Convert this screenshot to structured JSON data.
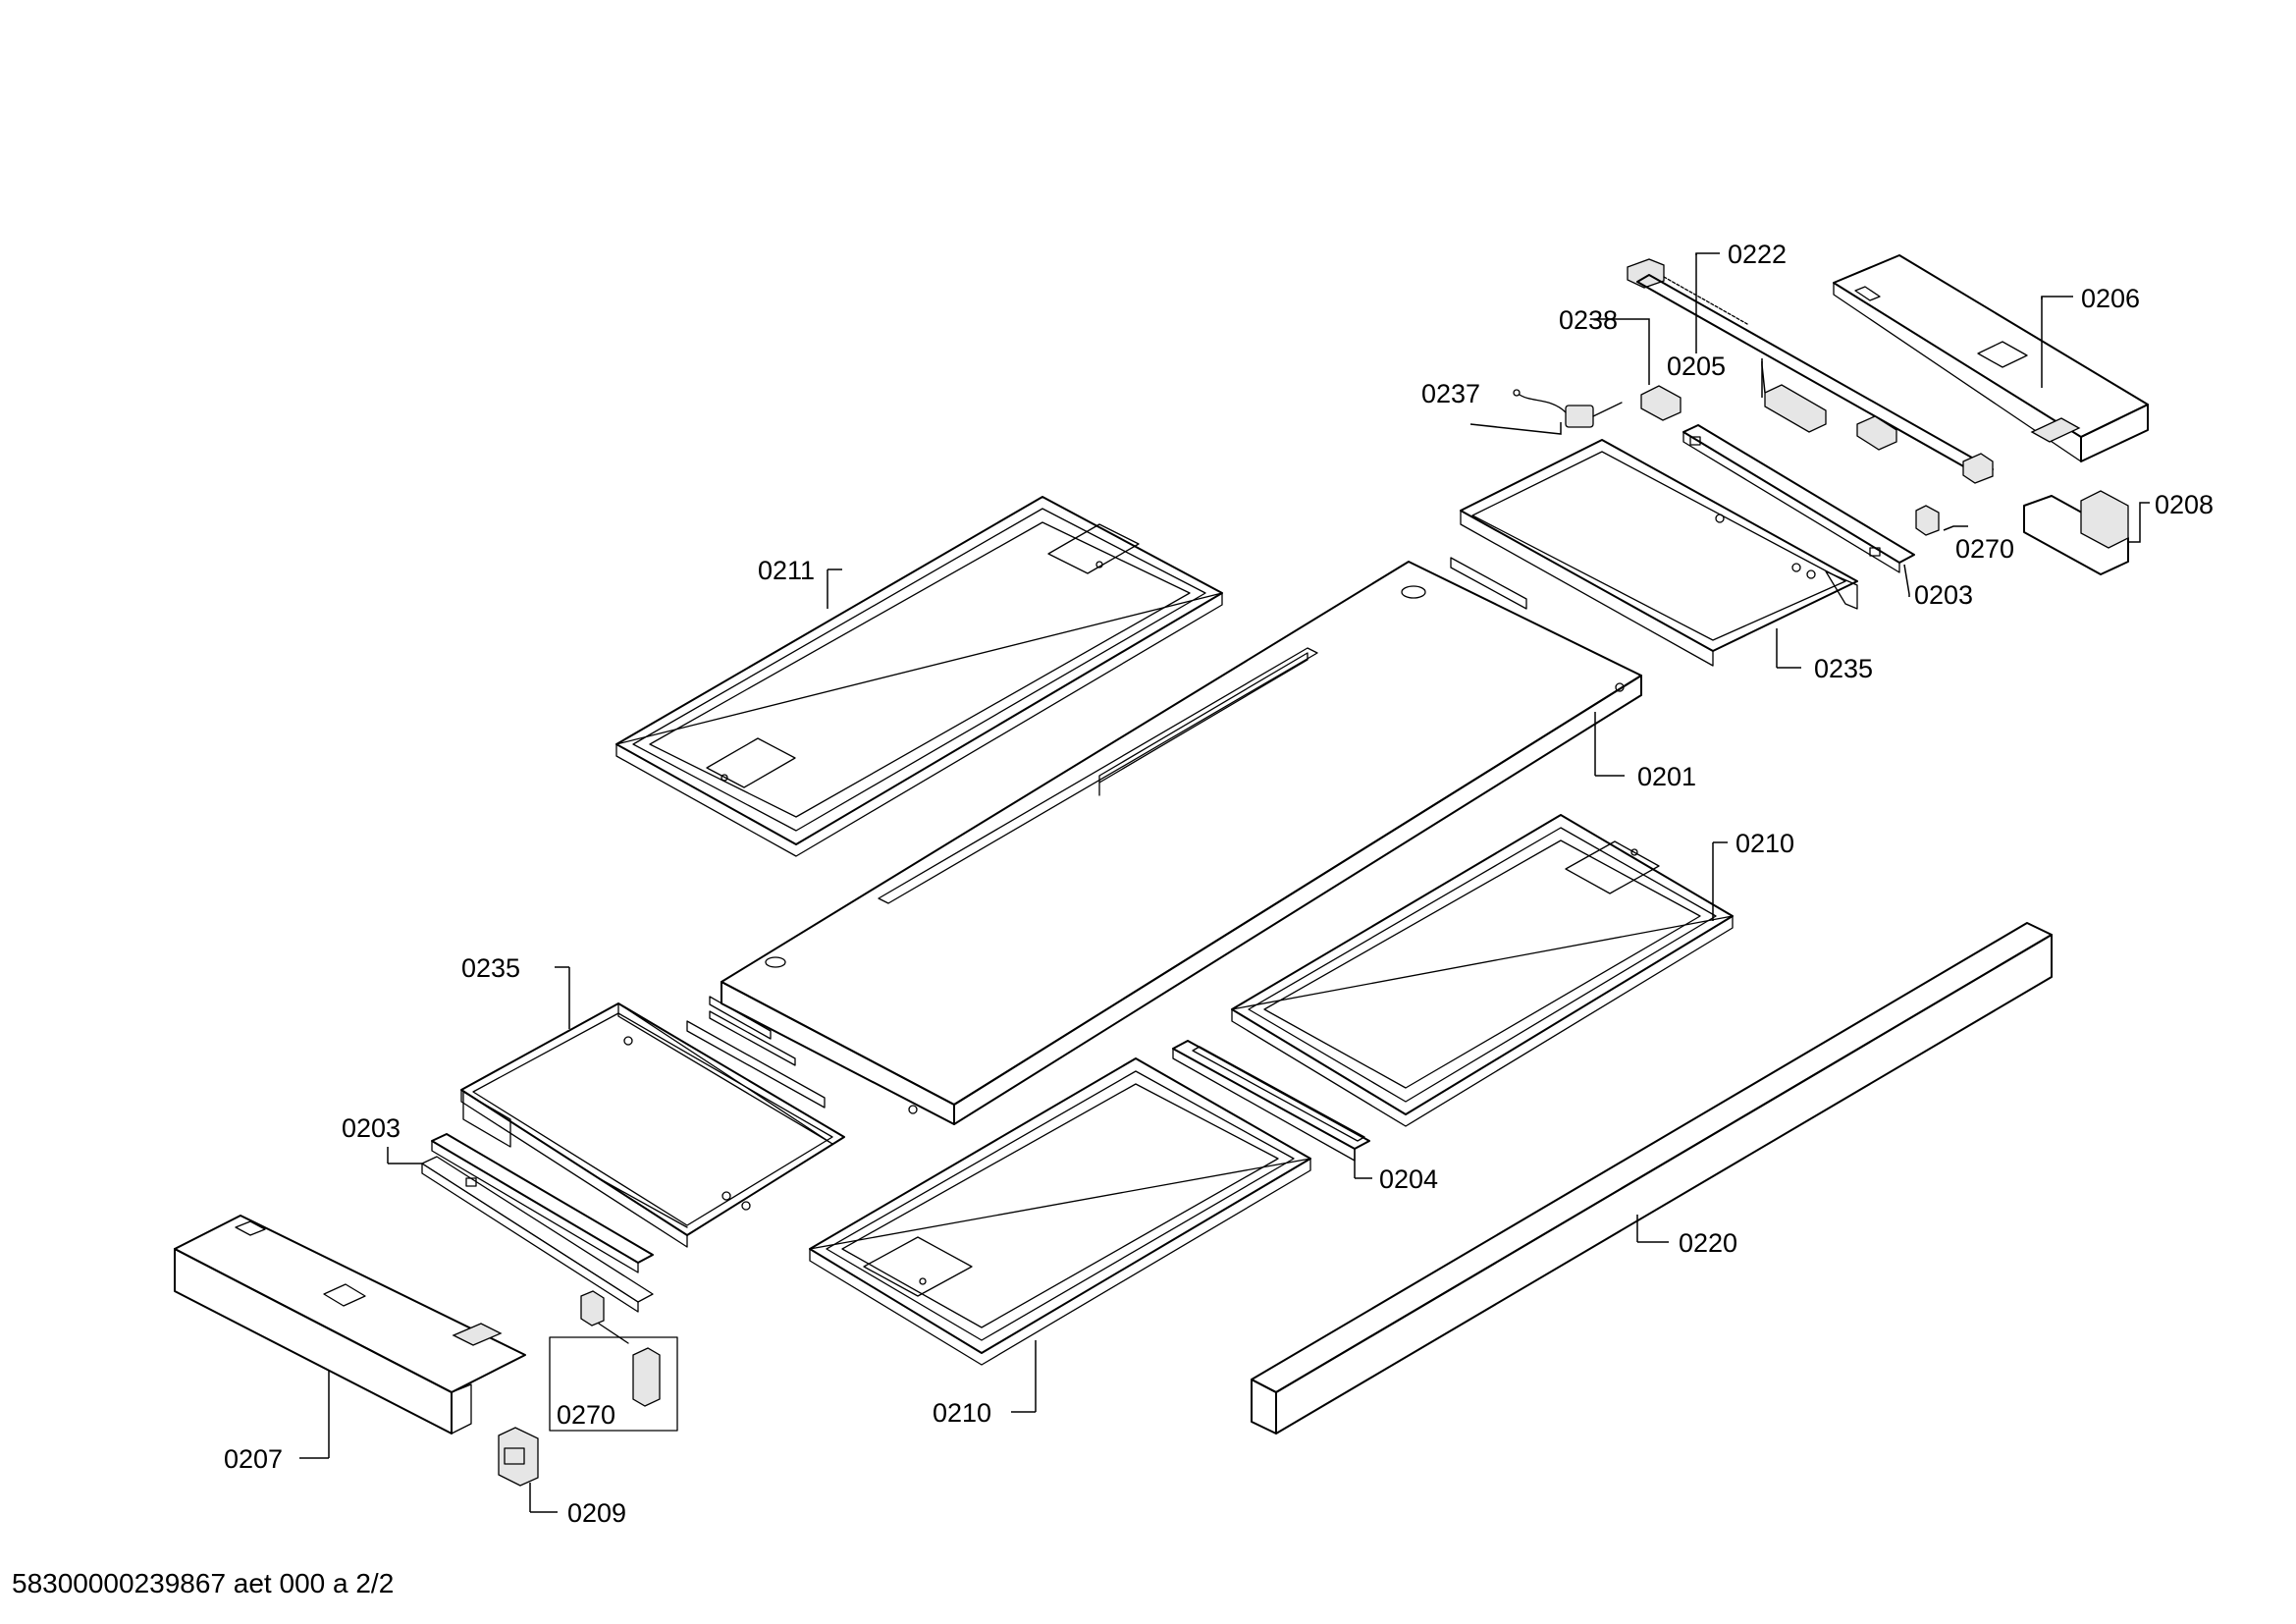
{
  "document_id": "58300000239867 aet 000 a 2/2",
  "labels": {
    "p0222": "0222",
    "p0206": "0206",
    "p0238": "0238",
    "p0205": "0205",
    "p0237": "0237",
    "p0208": "0208",
    "p0270_top": "0270",
    "p0203_top": "0203",
    "p0211": "0211",
    "p0235_top": "0235",
    "p0201": "0201",
    "p0210_right": "0210",
    "p0235_left": "0235",
    "p0203_left": "0203",
    "p0204": "0204",
    "p0220": "0220",
    "p0270_bottom": "0270",
    "p0207": "0207",
    "p0210_bottom": "0210",
    "p0209": "0209"
  }
}
